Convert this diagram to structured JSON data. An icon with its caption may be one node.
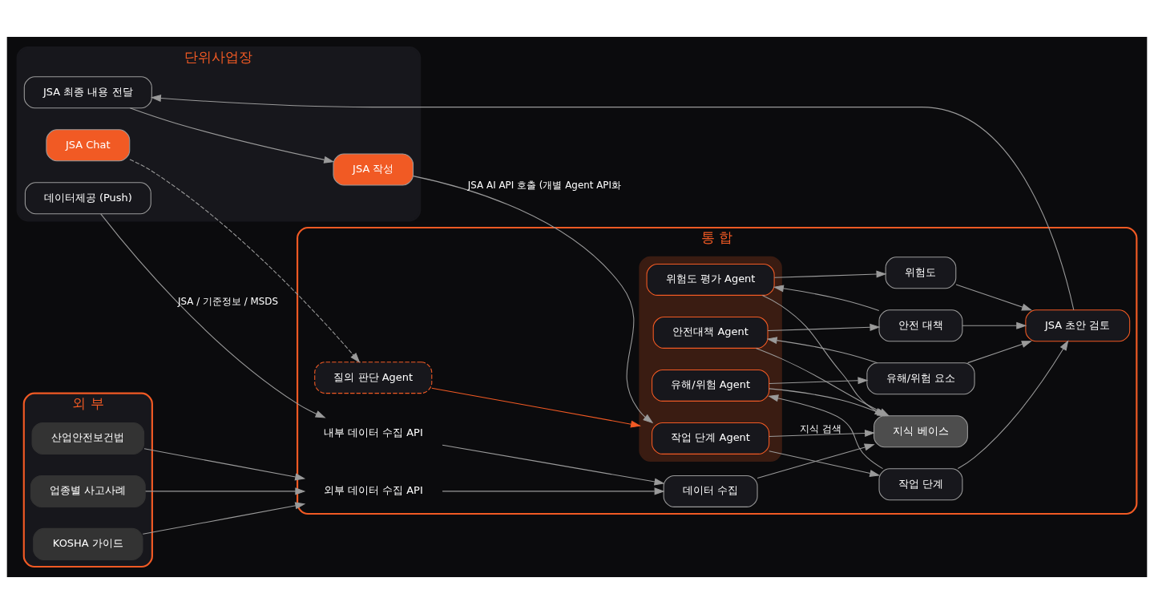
{
  "diagram": {
    "nodes": [
      {
        "text": [
          "단위사업장"
        ]
      },
      {
        "text": [
          "데이터제공 (Push)"
        ],
        "in": 0
      },
      {
        "text": [
          "JSA Chat"
        ],
        "in": 0
      },
      {
        "text": [
          "JSA 작성"
        ],
        "in": 0
      },
      {
        "text": [
          "JSA 최종 내용 전달"
        ],
        "in": 0
      },
      {
        "text": [
          "통 합"
        ]
      },
      {
        "text": [
          "내부 데이터 수집 API"
        ],
        "in": 5
      },
      {
        "text": [
          "데이터 수집"
        ],
        "in": 5
      },
      {
        "text": [
          "외부 데이터 수집 API"
        ],
        "in": 5
      },
      {
        "text": [
          "질의 판단 Agent"
        ],
        "in": 5
      },
      {
        "text": [
          "지식 베이스"
        ],
        "in": 5
      },
      {
        "text": [],
        "shape": "box",
        "in": 5
      },
      {
        "text": [
          "작업 단계 Agent"
        ],
        "in": 11
      },
      {
        "text": [
          "유해/위험 Agent"
        ],
        "in": 11
      },
      {
        "text": [
          "안전대책 Agent"
        ],
        "in": 11
      },
      {
        "text": [
          "위험도 평가 Agent"
        ],
        "in": 11
      },
      {
        "text": [
          "작업 단계"
        ],
        "in": 5
      },
      {
        "text": [
          "유해/위험 요소"
        ],
        "in": 5
      },
      {
        "text": [
          "안전 대책"
        ],
        "in": 5
      },
      {
        "text": [
          "위험도"
        ],
        "in": 5
      },
      {
        "text": [
          "JSA 초안 검토"
        ],
        "in": 5
      },
      {
        "text": [
          "외 부"
        ]
      },
      {
        "text": [
          "산업안전보건법"
        ],
        "in": 21
      },
      {
        "text": [
          "업종별 사고사례"
        ],
        "in": 21
      },
      {
        "text": [
          "KOSHA 가이드"
        ],
        "in": 21
      }
    ],
    "edges": [
      {
        "from": 1,
        "to": 6,
        "arrow": "to",
        "label": "JSA / 기준정보 / MSDS"
      },
      {
        "from": 6,
        "to": 7,
        "arrow": "to"
      },
      {
        "from": 22,
        "to": 8,
        "arrow": "to"
      },
      {
        "from": 23,
        "to": 8,
        "arrow": "to"
      },
      {
        "from": 24,
        "to": 8,
        "arrow": "to"
      },
      {
        "from": 8,
        "to": 7,
        "arrow": "to"
      },
      {
        "from": 7,
        "to": 10,
        "arrow": "to"
      },
      {
        "from": 2,
        "to": 9,
        "arrow": "to",
        "style": "dashed"
      },
      {
        "from": 9,
        "to": 11,
        "arrow": "to",
        "color": "#f15a24"
      },
      {
        "from": 12,
        "to": 10,
        "arrow": "to",
        "label": "지식 검색"
      },
      {
        "from": 13,
        "to": 10,
        "arrow": "to"
      },
      {
        "from": 14,
        "to": 10,
        "arrow": "to"
      },
      {
        "from": 15,
        "to": 10,
        "arrow": "to"
      },
      {
        "from": 3,
        "to": 12,
        "arrow": "to",
        "label": "JSA AI API 호출 (개별 Agent API화"
      },
      {
        "from": 12,
        "to": 16,
        "arrow": "to"
      },
      {
        "from": 16,
        "to": 13,
        "arrow": "to"
      },
      {
        "from": 13,
        "to": 17,
        "arrow": "to"
      },
      {
        "from": 17,
        "to": 14,
        "arrow": "to"
      },
      {
        "from": 14,
        "to": 18,
        "arrow": "to"
      },
      {
        "from": 18,
        "to": 15,
        "arrow": "to"
      },
      {
        "from": 15,
        "to": 19,
        "arrow": "to"
      },
      {
        "from": 16,
        "to": 20,
        "arrow": "to"
      },
      {
        "from": 17,
        "to": 20,
        "arrow": "to"
      },
      {
        "from": 18,
        "to": 20,
        "arrow": "to"
      },
      {
        "from": 19,
        "to": 20,
        "arrow": "to"
      },
      {
        "from": 20,
        "to": 4,
        "arrow": "to"
      },
      {
        "from": 4,
        "to": 3,
        "arrow": "to"
      }
    ]
  }
}
